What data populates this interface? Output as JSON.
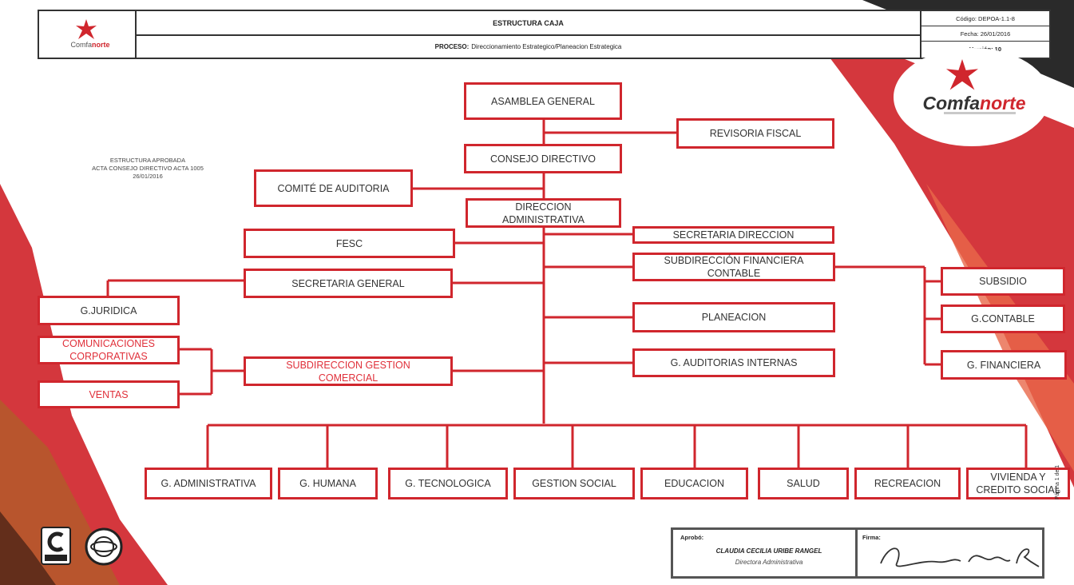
{
  "header": {
    "title": "ESTRUCTURA CAJA",
    "process_label": "PROCESO:",
    "process_value": "Direccionamiento Estrategico/Planeacion Estrategica",
    "code": "Código: DEPOA-1.1-8",
    "date": "Fecha: 26/01/2016",
    "version": "Versión: 10",
    "brand_prefix": "Comfa",
    "brand_suffix": "norte"
  },
  "note": "ESTRUCTURA APROBADA\nACTA CONSEJO DIRECTIVO ACTA 1005\n26/01/2016",
  "org": {
    "asamblea": "ASAMBLEA GENERAL",
    "revisoria": "REVISORIA FISCAL",
    "consejo": "CONSEJO DIRECTIVO",
    "comite": "COMITÉ DE AUDITORIA",
    "direccion": "DIRECCION\nADMINISTRATIVA",
    "fesc": "FESC",
    "secretaria_direccion": "SECRETARIA DIRECCION",
    "subdir_financiera": "SUBDIRECCIÓN FINANCIERA\nCONTABLE",
    "secretaria_general": "SECRETARIA GENERAL",
    "juridica": "G.JURIDICA",
    "subsidio": "SUBSIDIO",
    "contable": "G.CONTABLE",
    "financiera": "G. FINANCIERA",
    "planeacion": "PLANEACION",
    "comunicaciones": "COMUNICACIONES\nCORPORATIVAS",
    "subdir_comercial": "SUBDIRECCION GESTION\nCOMERCIAL",
    "auditorias": "G. AUDITORIAS INTERNAS",
    "ventas": "VENTAS",
    "administrativa": "G. ADMINISTRATIVA",
    "humana": "G. HUMANA",
    "tecnologica": "G. TECNOLOGICA",
    "gestion_social": "GESTION SOCIAL",
    "educacion": "EDUCACION",
    "salud": "SALUD",
    "recreacion": "RECREACION",
    "vivienda": "VIVIENDA Y\nCREDITO SOCIAL"
  },
  "signature": {
    "approver_label": "Aprobó:",
    "name": "CLAUDIA CECILIA URIBE RANGEL",
    "role": "Directora Administrativa",
    "firma_label": "Firma:",
    "vertical_text": "Página 1 de 1"
  },
  "colors": {
    "accent": "#d0262d",
    "dark_band": "#2a2a2a",
    "orange": "#e8684a"
  }
}
